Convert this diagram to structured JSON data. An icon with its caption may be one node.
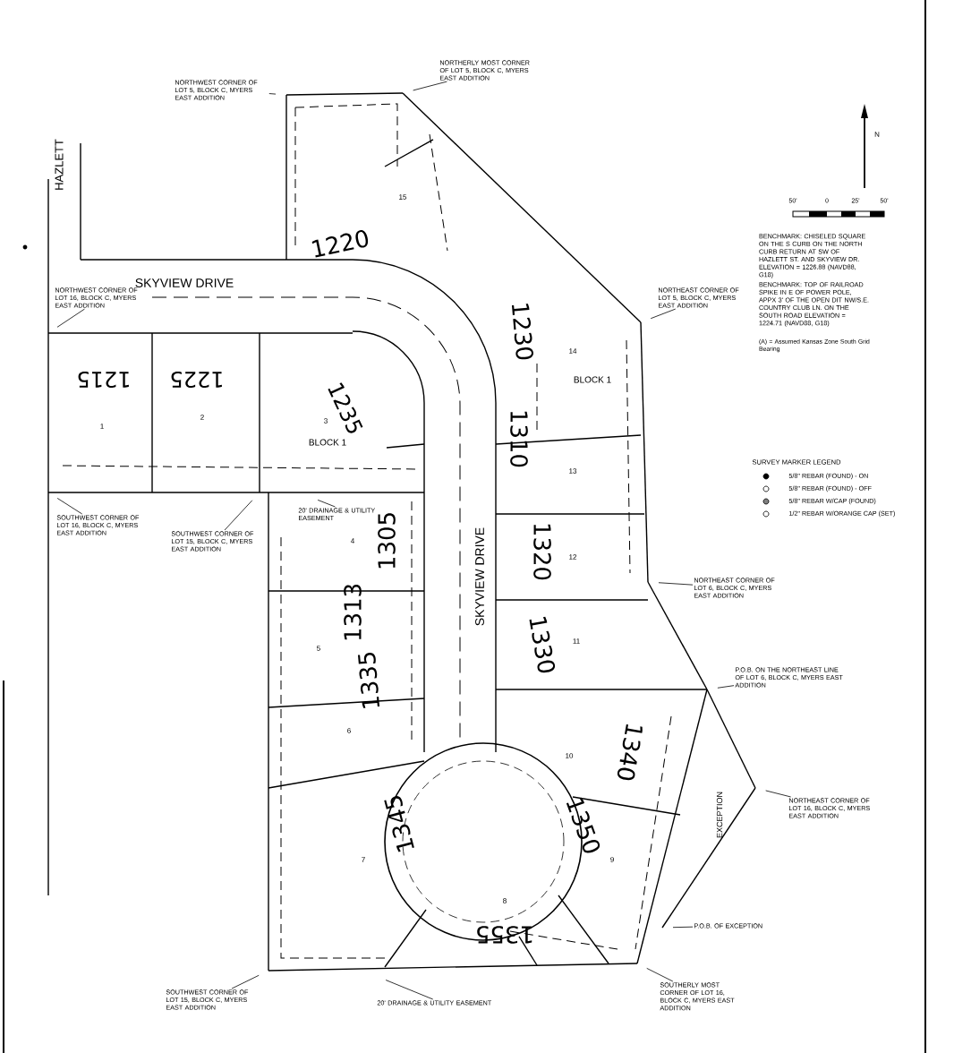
{
  "diagram": {
    "nodes": [
      {
        "text": [
          "NORTHWEST CORNER OF LOT 5, BLOCK C, MYERS EAST ADDITION"
        ]
      },
      {
        "text": [
          "NORTHERLY MOST CORNER OF LOT 5, BLOCK C, MYERS EAST ADDITION"
        ]
      },
      {
        "text": [
          "NORTHEAST CORNER OF LOT 5, BLOCK C, MYERS EAST ADDITION"
        ]
      },
      {
        "text": [
          "NORTHWEST CORNER OF LOT 16, BLOCK C, MYERS EAST ADDITION"
        ]
      },
      {
        "text": [
          "SOUTHWEST CORNER OF LOT 16, BLOCK C, MYERS EAST ADDITION"
        ]
      },
      {
        "text": [
          "SOUTHWEST CORNER OF LOT 15, BLOCK C, MYERS EAST ADDITION"
        ]
      },
      {
        "text": [
          "20' DRAINAGE & UTILITY EASEMENT"
        ]
      },
      {
        "text": [
          "NORTHEAST CORNER OF LOT 6, BLOCK C, MYERS EAST ADDITION"
        ]
      },
      {
        "text": [
          "P.O.B. ON THE NORTHEAST LINE OF LOT 6, BLOCK C, MYERS EAST ADDITION"
        ]
      },
      {
        "text": [
          "NORTHEAST CORNER OF LOT 16, BLOCK C, MYERS EAST ADDITION"
        ]
      },
      {
        "text": [
          "P.O.B. OF EXCEPTION"
        ]
      },
      {
        "text": [
          "SOUTHERLY MOST CORNER OF LOT 16, BLOCK C, MYERS EAST ADDITION"
        ]
      },
      {
        "text": [
          "SOUTHWEST CORNER OF LOT 15, BLOCK C, MYERS EAST ADDITION"
        ]
      },
      {
        "text": [
          "20' DRAINAGE & UTILITY EASEMENT"
        ]
      }
    ],
    "edges": [
      {
        "from": 0,
        "to": null,
        "arrow": "none"
      },
      {
        "from": 1,
        "to": null,
        "arrow": "none"
      },
      {
        "from": 2,
        "to": null,
        "arrow": "none"
      },
      {
        "from": 3,
        "to": null,
        "arrow": "none"
      },
      {
        "from": 4,
        "to": null,
        "arrow": "none"
      },
      {
        "from": 5,
        "to": null,
        "arrow": "none"
      },
      {
        "from": 6,
        "to": null,
        "arrow": "none"
      },
      {
        "from": 7,
        "to": null,
        "arrow": "none"
      },
      {
        "from": 8,
        "to": null,
        "arrow": "none"
      },
      {
        "from": 9,
        "to": null,
        "arrow": "none"
      },
      {
        "from": 10,
        "to": null,
        "arrow": "none"
      },
      {
        "from": 11,
        "to": null,
        "arrow": "none"
      },
      {
        "from": 12,
        "to": null,
        "arrow": "none"
      },
      {
        "from": 13,
        "to": null,
        "arrow": "none"
      }
    ],
    "labels": [
      "N",
      "50'",
      "0",
      "25'",
      "50'",
      "BENCHMARK: CHISELED SQUARE ON THE S CURB ON THE NORTH CURB RETURN AT SW OF HAZLETT ST. AND SKYVIEW DR. ELEVATION = 1226.88 (NAVD88, G18)",
      "BENCHMARK: TOP OF RAILROAD SPIKE IN E OF POWER POLE, APPX 3' OF THE OPEN DIT NW/S.E. COUNTRY CLUB LN. ON THE SOUTH ROAD ELEVATION = 1224.71 (NAVD88, G18)",
      "(A) = Assumed Kansas Zone South Grid Bearing",
      "SURVEY MARKER LEGEND",
      "HAZLETT",
      "SKYVIEW DRIVE",
      "SKYVIEW DRIVE",
      "BLOCK 1",
      "BLOCK 1",
      "EXCEPTION",
      "1",
      "2",
      "3",
      "4",
      "5",
      "6",
      "7",
      "8",
      "9",
      "10",
      "11",
      "12",
      "13",
      "14",
      "15",
      "1220",
      "1215",
      "1225",
      "1235",
      "1230",
      "1310",
      "1305",
      "1313",
      "1320",
      "1330",
      "1335",
      "1340",
      "1345",
      "1350",
      "1355"
    ],
    "legend": [
      {
        "text": "5/8\" REBAR (FOUND) - ON"
      },
      {
        "text": "5/8\" REBAR (FOUND) - OFF"
      },
      {
        "text": "5/8\" REBAR W/CAP (FOUND)"
      },
      {
        "text": "1/2\" REBAR W/ORANGE CAP (SET)"
      }
    ]
  }
}
